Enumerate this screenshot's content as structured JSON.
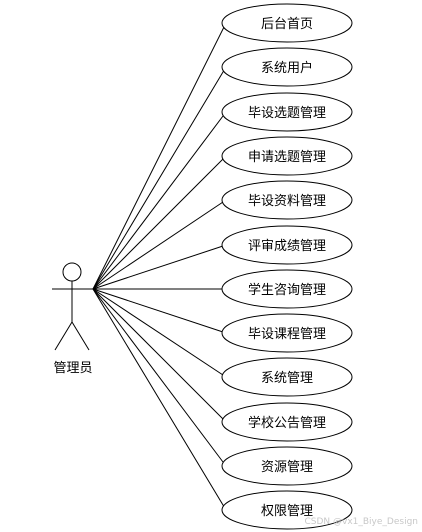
{
  "actor": {
    "label": "管理员"
  },
  "use_cases": [
    {
      "label": "后台首页"
    },
    {
      "label": "系统用户"
    },
    {
      "label": "毕设选题管理"
    },
    {
      "label": "申请选题管理"
    },
    {
      "label": "毕设资料管理"
    },
    {
      "label": "评审成绩管理"
    },
    {
      "label": "学生咨询管理"
    },
    {
      "label": "毕设课程管理"
    },
    {
      "label": "系统管理"
    },
    {
      "label": "学校公告管理"
    },
    {
      "label": "资源管理"
    },
    {
      "label": "权限管理"
    }
  ],
  "watermark": "CSDN @vx1_Biye_Design"
}
